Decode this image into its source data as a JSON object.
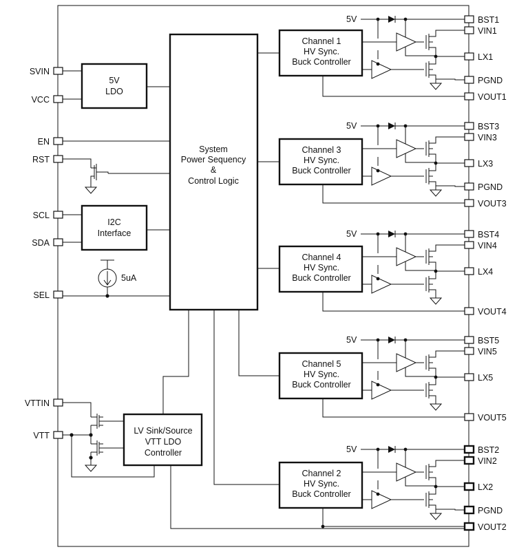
{
  "left_pins": {
    "svin": "SVIN",
    "vcc": "VCC",
    "en": "EN",
    "rst": "RST",
    "scl": "SCL",
    "sda": "SDA",
    "sel": "SEL",
    "vttin": "VTTIN",
    "vtt": "VTT"
  },
  "blocks": {
    "ldo": [
      "5V",
      "LDO"
    ],
    "i2c": [
      "I2C",
      "Interface"
    ],
    "system": [
      "System",
      "Power Sequency",
      "&",
      "Control Logic"
    ],
    "vtt": [
      "LV Sink/Source",
      "VTT LDO",
      "Controller"
    ],
    "current_source_label": "5uA"
  },
  "channels": [
    {
      "lines": [
        "Channel 1",
        "HV Sync.",
        "Buck Controller"
      ],
      "supply": "5V",
      "pins": [
        "BST1",
        "VIN1",
        "LX1",
        "PGND",
        "VOUT1"
      ]
    },
    {
      "lines": [
        "Channel 3",
        "HV Sync.",
        "Buck Controller"
      ],
      "supply": "5V",
      "pins": [
        "BST3",
        "VIN3",
        "LX3",
        "PGND",
        "VOUT3"
      ]
    },
    {
      "lines": [
        "Channel 4",
        "HV Sync.",
        "Buck Controller"
      ],
      "supply": "5V",
      "pins": [
        "BST4",
        "VIN4",
        "LX4",
        "",
        "VOUT4"
      ]
    },
    {
      "lines": [
        "Channel 5",
        "HV Sync.",
        "Buck Controller"
      ],
      "supply": "5V",
      "pins": [
        "BST5",
        "VIN5",
        "LX5",
        "",
        "VOUT5"
      ]
    },
    {
      "lines": [
        "Channel 2",
        "HV Sync.",
        "Buck Controller"
      ],
      "supply": "5V",
      "pins": [
        "BST2",
        "VIN2",
        "LX2",
        "PGND",
        "VOUT2"
      ]
    }
  ]
}
